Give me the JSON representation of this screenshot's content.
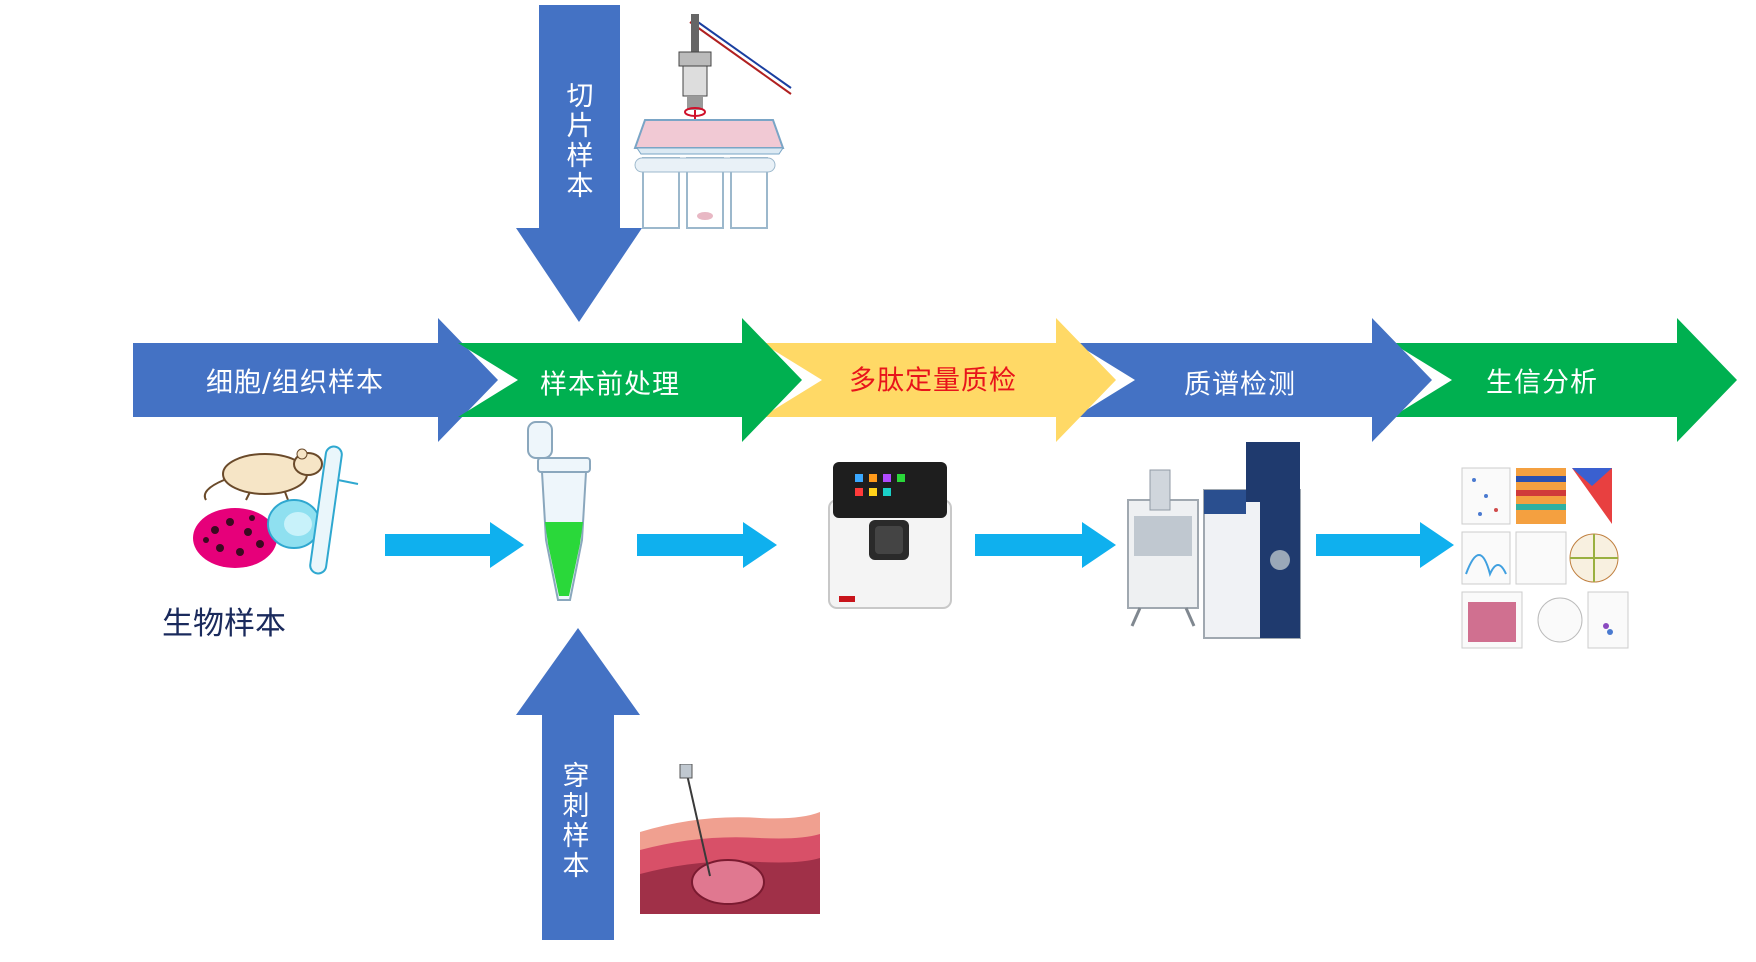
{
  "pipeline": {
    "stages": [
      {
        "label": "细胞/组织样本",
        "color": "#4472c4"
      },
      {
        "label": "样本前处理",
        "color": "#00b050"
      },
      {
        "label": "多肽定量质检",
        "color": "#ffd966"
      },
      {
        "label": "质谱检测",
        "color": "#4472c4"
      },
      {
        "label": "生信分析",
        "color": "#00b050"
      }
    ]
  },
  "inputs": {
    "top": {
      "label": "切片样本"
    },
    "bottom": {
      "label": "穿刺样本"
    }
  },
  "bio_sample": {
    "label": "生物样本"
  },
  "colors": {
    "flow_arrow": "#0fb0ee",
    "input_arrow": "#4472c4",
    "qc_text": "#e8141b"
  },
  "icons": [
    "mouse-icon",
    "tissue-icon",
    "cell-dish-icon",
    "test-tube-icon",
    "microtube-icon",
    "peptide-analyzer-icon",
    "mass-spectrometer-icon",
    "bioinformatics-charts-icon",
    "microscope-slide-icon",
    "needle-biopsy-icon"
  ]
}
